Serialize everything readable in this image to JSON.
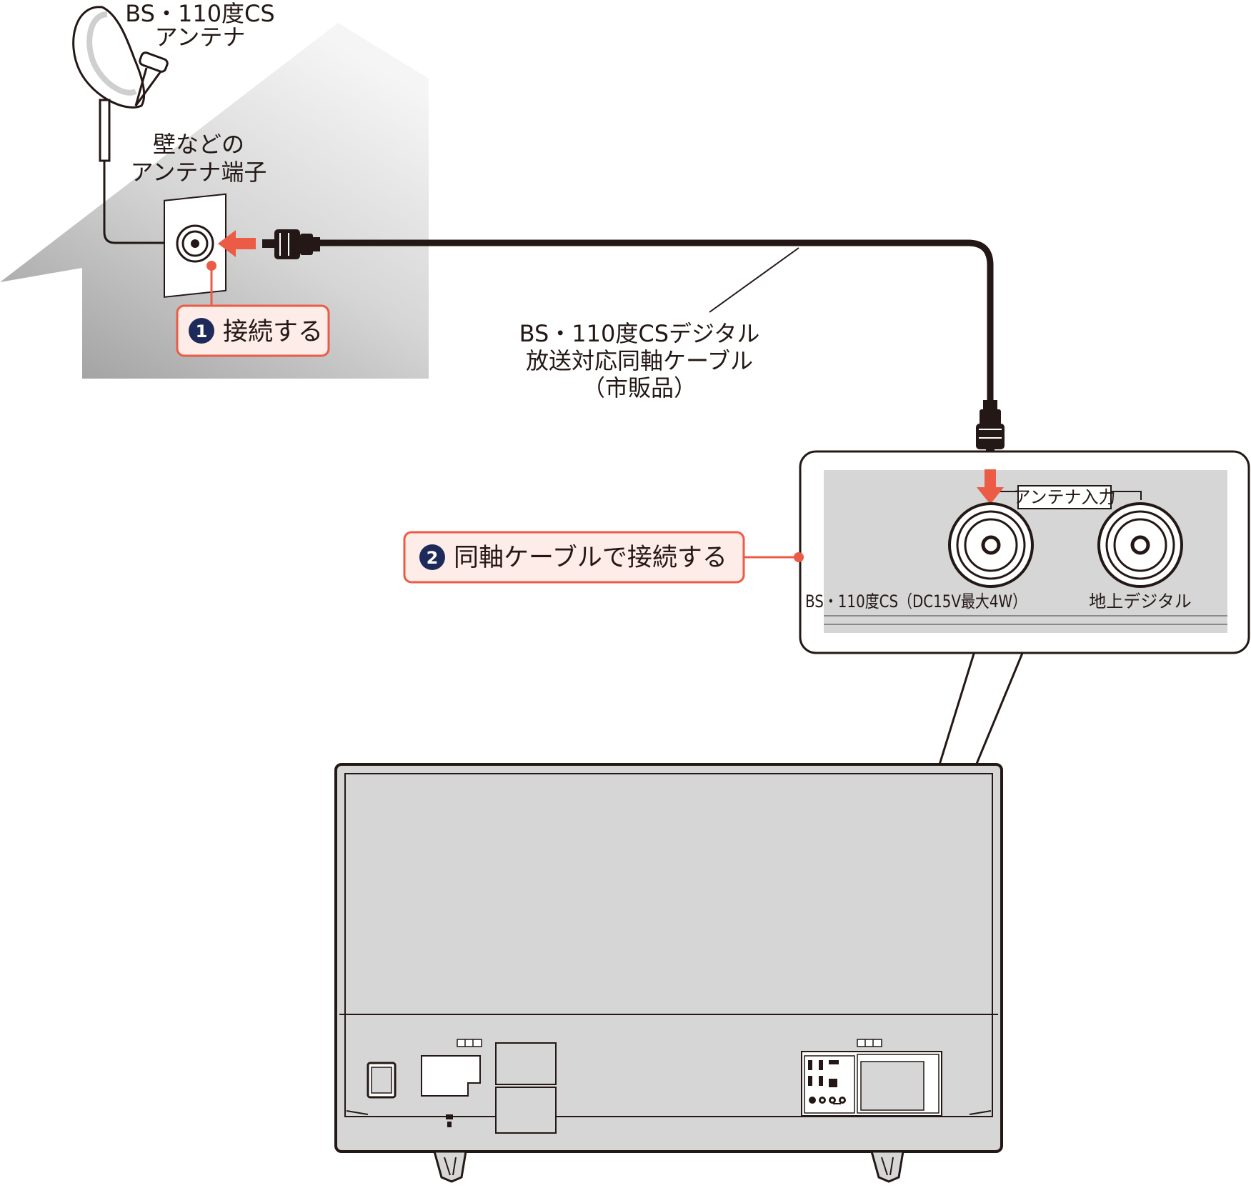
{
  "antenna": {
    "line1": "BS・110度CS",
    "line2": "アンテナ"
  },
  "wall_terminal": {
    "line1": "壁などの",
    "line2": "アンテナ端子"
  },
  "step1": {
    "number": "1",
    "label": "接続する"
  },
  "cable": {
    "line1": "BS・110度CSデジタル",
    "line2": "放送対応同軸ケーブル",
    "line3": "（市販品）"
  },
  "step2": {
    "number": "2",
    "label": "同軸ケーブルで接続する"
  },
  "panel": {
    "group_label": "アンテナ入力",
    "port_bs_cs": "BS・110度CS（DC15V最大4W）",
    "port_terrestrial": "地上デジタル"
  },
  "colors": {
    "accent": "#ec5b46",
    "callout_fill": "#fdece7",
    "badge": "#1e2a5a",
    "tv_body": "#d6d6d6",
    "house_dark": "#9a9a9a",
    "house_light": "#f4f4f4"
  }
}
